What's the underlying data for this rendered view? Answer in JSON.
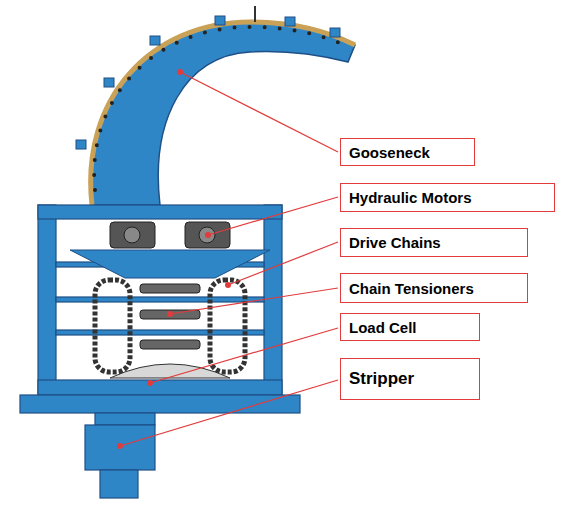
{
  "diagram": {
    "nodes": [
      {
        "text": [
          "Gooseneck"
        ]
      },
      {
        "text": [
          "Hydraulic Motors"
        ]
      },
      {
        "text": [
          "Drive Chains"
        ]
      },
      {
        "text": [
          "Chain Tensioners"
        ]
      },
      {
        "text": [
          "Load Cell"
        ]
      },
      {
        "text": [
          "Stripper"
        ]
      }
    ]
  }
}
